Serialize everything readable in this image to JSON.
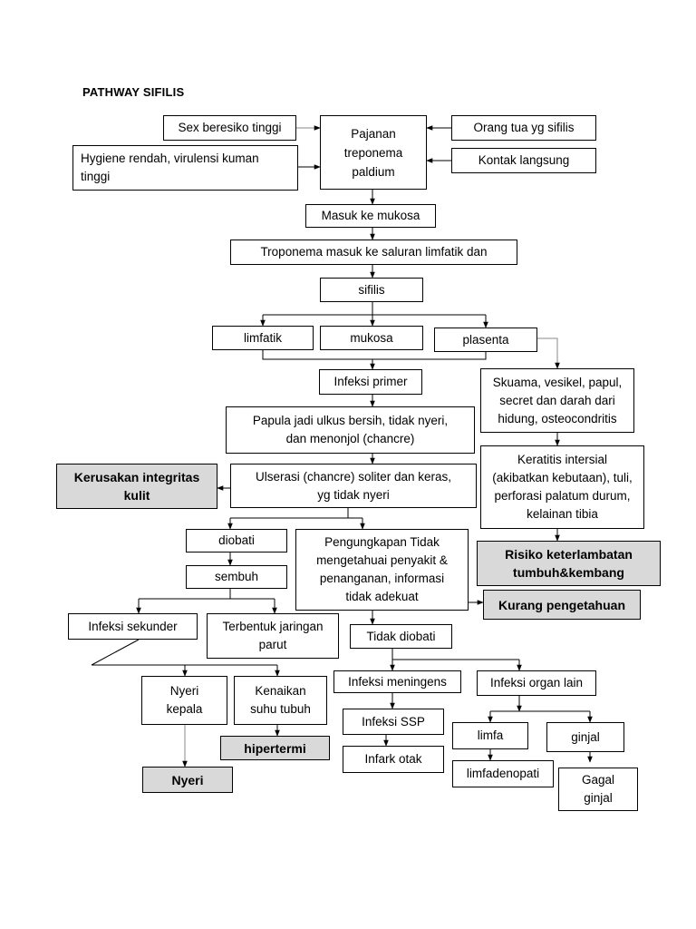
{
  "title": "PATHWAY SIFILIS",
  "nodes": {
    "sex": "Sex beresiko tinggi",
    "hygiene": "Hygiene rendah,  virulensi kuman\ntinggi",
    "pajanan": "Pajanan\ntreponema\npaldium",
    "orangtua": "Orang tua yg sifilis",
    "kontak": "Kontak langsung",
    "masuk": "Masuk ke mukosa",
    "troponema": "Troponema masuk ke saluran limfatik dan",
    "sifilis": "sifilis",
    "limfatik": "limfatik",
    "mukosa": "mukosa",
    "plasenta": "plasenta",
    "infeksi_primer": "Infeksi primer",
    "papula": "Papula jadi ulkus bersih, tidak nyeri,\ndan menonjol (chancre)",
    "ulserasi": "Ulserasi (chancre) soliter dan keras,\nyg tidak nyeri",
    "kerusakan": "Kerusakan integritas\nkulit",
    "skuama": "Skuama, vesikel, papul,\nsecret dan darah dari\nhidung, osteocondritis",
    "keratitis": "Keratitis intersial\n(akibatkan kebutaan), tuli,\nperforasi palatum durum,\nkelainan tibia",
    "risiko": "Risiko keterlambatan\ntumbuh&kembang",
    "diobati": "diobati",
    "sembuh": "sembuh",
    "pengungkapan": "Pengungkapan Tidak\nmengetahuai penyakit &\npenanganan, informasi\ntidak adekuat",
    "kurang": "Kurang pengetahuan",
    "infeksi_sekunder": "Infeksi sekunder",
    "jaringan": "Terbentuk jaringan\nparut",
    "tidak_diobati": "Tidak diobati",
    "nyeri_kepala": "Nyeri\nkepala",
    "kenaikan": "Kenaikan\nsuhu tubuh",
    "hipertermi": "hipertermi",
    "nyeri": "Nyeri",
    "meningens": "Infeksi meningens",
    "organ_lain": "Infeksi organ lain",
    "ssp": "Infeksi SSP",
    "infark": "Infark otak",
    "limfa": "limfa",
    "ginjal": "ginjal",
    "limfadenopati": "limfadenopati",
    "gagal_ginjal": "Gagal\nginjal"
  }
}
